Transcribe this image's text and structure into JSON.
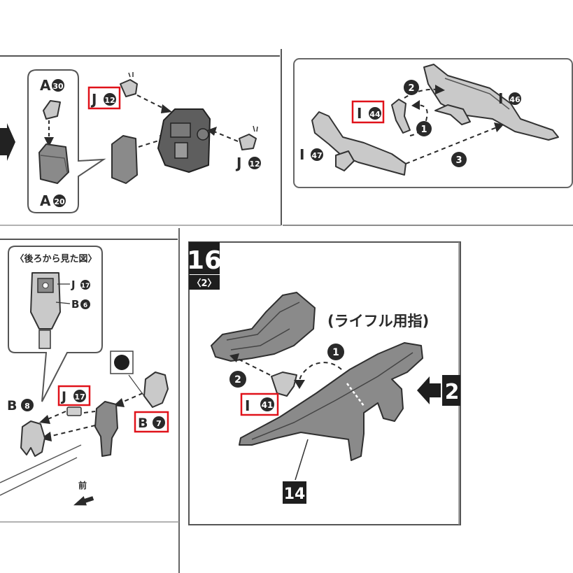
{
  "panel_tl": {
    "label_a30": "A",
    "num_a30": "30",
    "label_a20": "A",
    "num_a20": "20",
    "label_j12_top": "J",
    "num_j12_top": "12",
    "label_j12_right": "J",
    "num_j12_right": "12"
  },
  "panel_tr": {
    "step1": "1",
    "step2": "2",
    "step3": "3",
    "label_i44": "I",
    "num_i44": "44",
    "label_i46": "I",
    "num_i46": "46",
    "label_i47": "I",
    "num_i47": "47"
  },
  "panel_bl": {
    "inset_title": "〈後ろから見た図〉",
    "label_j17_inset": "J",
    "num_j17_inset": "17",
    "label_b6": "B",
    "num_b6": "6",
    "label_j17": "J",
    "num_j17": "17",
    "label_b8": "B",
    "num_b8": "8",
    "label_b7": "B",
    "num_b7": "7",
    "front_label": "前"
  },
  "panel_br": {
    "step_number": "16",
    "sub_step": "〈2〉",
    "caption": "(ライフル用指)",
    "step1": "1",
    "step2": "2",
    "label_i41": "I",
    "num_i41": "41",
    "part_number": "14",
    "next_step": "2"
  },
  "colors": {
    "highlight": "#e0121a",
    "ink": "#2a2a2a"
  }
}
